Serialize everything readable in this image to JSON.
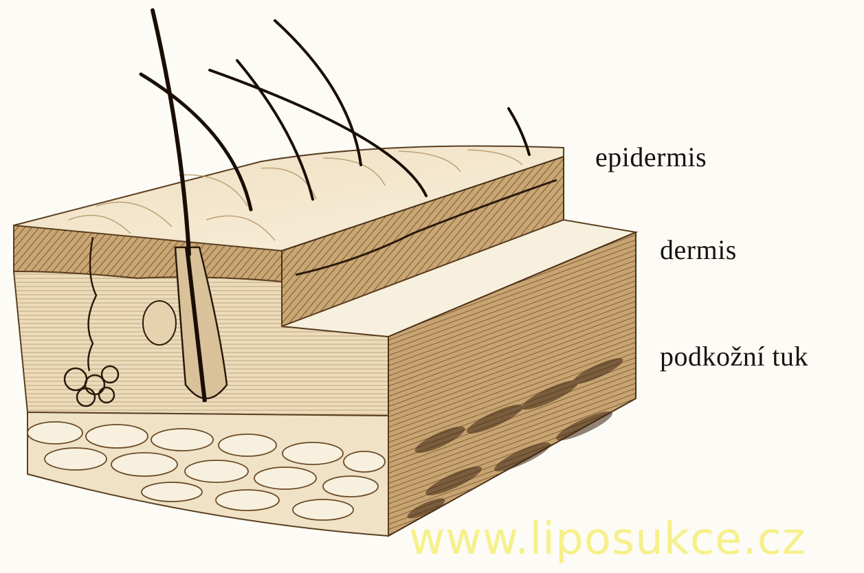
{
  "labels": {
    "epidermis": "epidermis",
    "dermis": "dermis",
    "subcutaneous": "podkožní tuk"
  },
  "watermark": "www.liposukce.cz",
  "colors": {
    "background": "#fdfbf5",
    "sepia_light": "#f3e6cc",
    "sepia_mid": "#d7bd92",
    "sepia_dark": "#8a6a40",
    "ink": "#2a1a0c",
    "watermark": "#f6f08a"
  }
}
